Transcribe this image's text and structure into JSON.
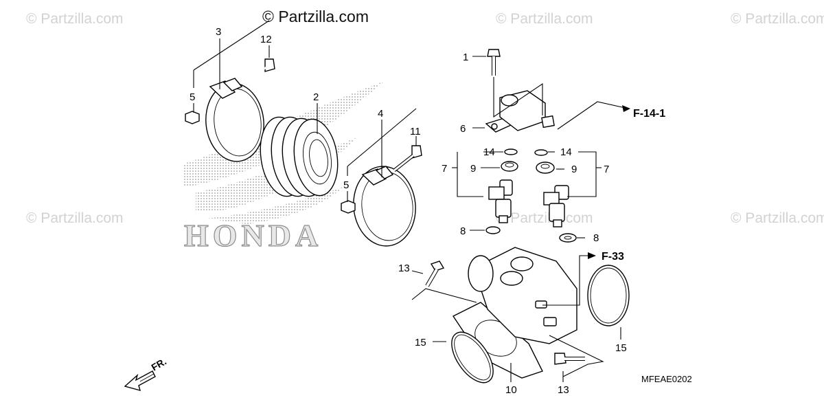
{
  "watermarks": {
    "main": "© Partzilla.com",
    "faded": "© Partzilla.com"
  },
  "logo_text": "HONDA",
  "callouts": {
    "c1": "1",
    "c2": "2",
    "c3": "3",
    "c4": "4",
    "c5a": "5",
    "c5b": "5",
    "c6": "6",
    "c7a": "7",
    "c7b": "7",
    "c8a": "8",
    "c8b": "8",
    "c9a": "9",
    "c9b": "9",
    "c10": "10",
    "c11": "11",
    "c12": "12",
    "c13a": "13",
    "c13b": "13",
    "c14a": "14",
    "c14b": "14",
    "c15a": "15",
    "c15b": "15"
  },
  "references": {
    "ref_f14": "F-14-1",
    "ref_f33": "F-33"
  },
  "front_indicator": "FR.",
  "diagram_code": "MFEAE0202",
  "icons": {
    "front_arrow": "front-direction-arrow-icon",
    "reference_arrow": "reference-arrow-icon"
  }
}
